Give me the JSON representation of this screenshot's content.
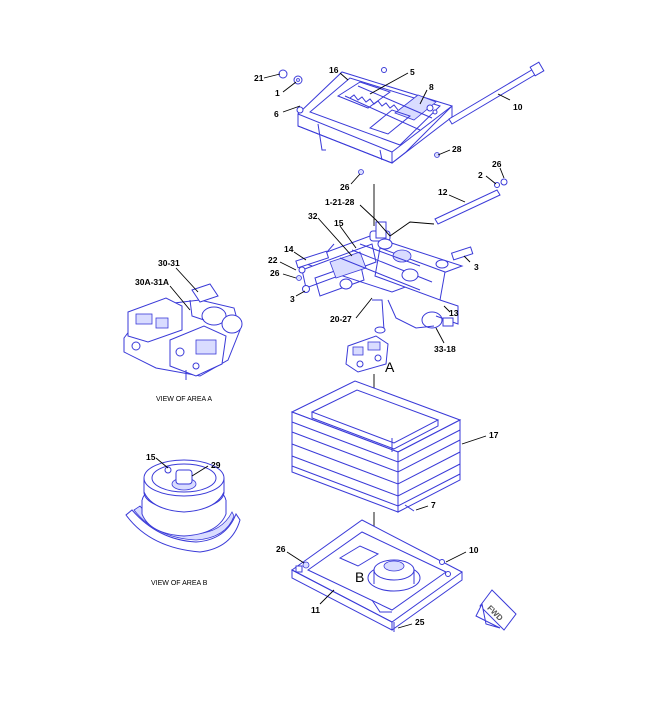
{
  "callouts": {
    "c21": "21",
    "c1": "1",
    "c6": "6",
    "c16": "16",
    "c5": "5",
    "c8": "8",
    "c10top": "10",
    "c28": "28",
    "c26top": "26",
    "c26r": "26",
    "c2": "2",
    "c12": "12",
    "c1_21_28": "1-21-28",
    "c32": "32",
    "c15": "15",
    "c14": "14",
    "c22": "22",
    "c26l": "26",
    "c3l": "3",
    "c3r": "3",
    "c13": "13",
    "c20_27": "20-27",
    "c33_18": "33-18",
    "c30_31": "30-31",
    "c30a_31a": "30A-31A",
    "c17": "17",
    "c7": "7",
    "c26b": "26",
    "c10b": "10",
    "c11": "11",
    "c25": "25",
    "c15b": "15",
    "c29": "29"
  },
  "area_labels": {
    "a": "A",
    "b": "B"
  },
  "captions": {
    "view_a": "VIEW OF AREA A",
    "view_b": "VIEW OF AREA B"
  },
  "fwd_label": "FWD",
  "colors": {
    "line": "#3a3ad8",
    "leader": "#000000",
    "shade": "#d9dcff"
  }
}
